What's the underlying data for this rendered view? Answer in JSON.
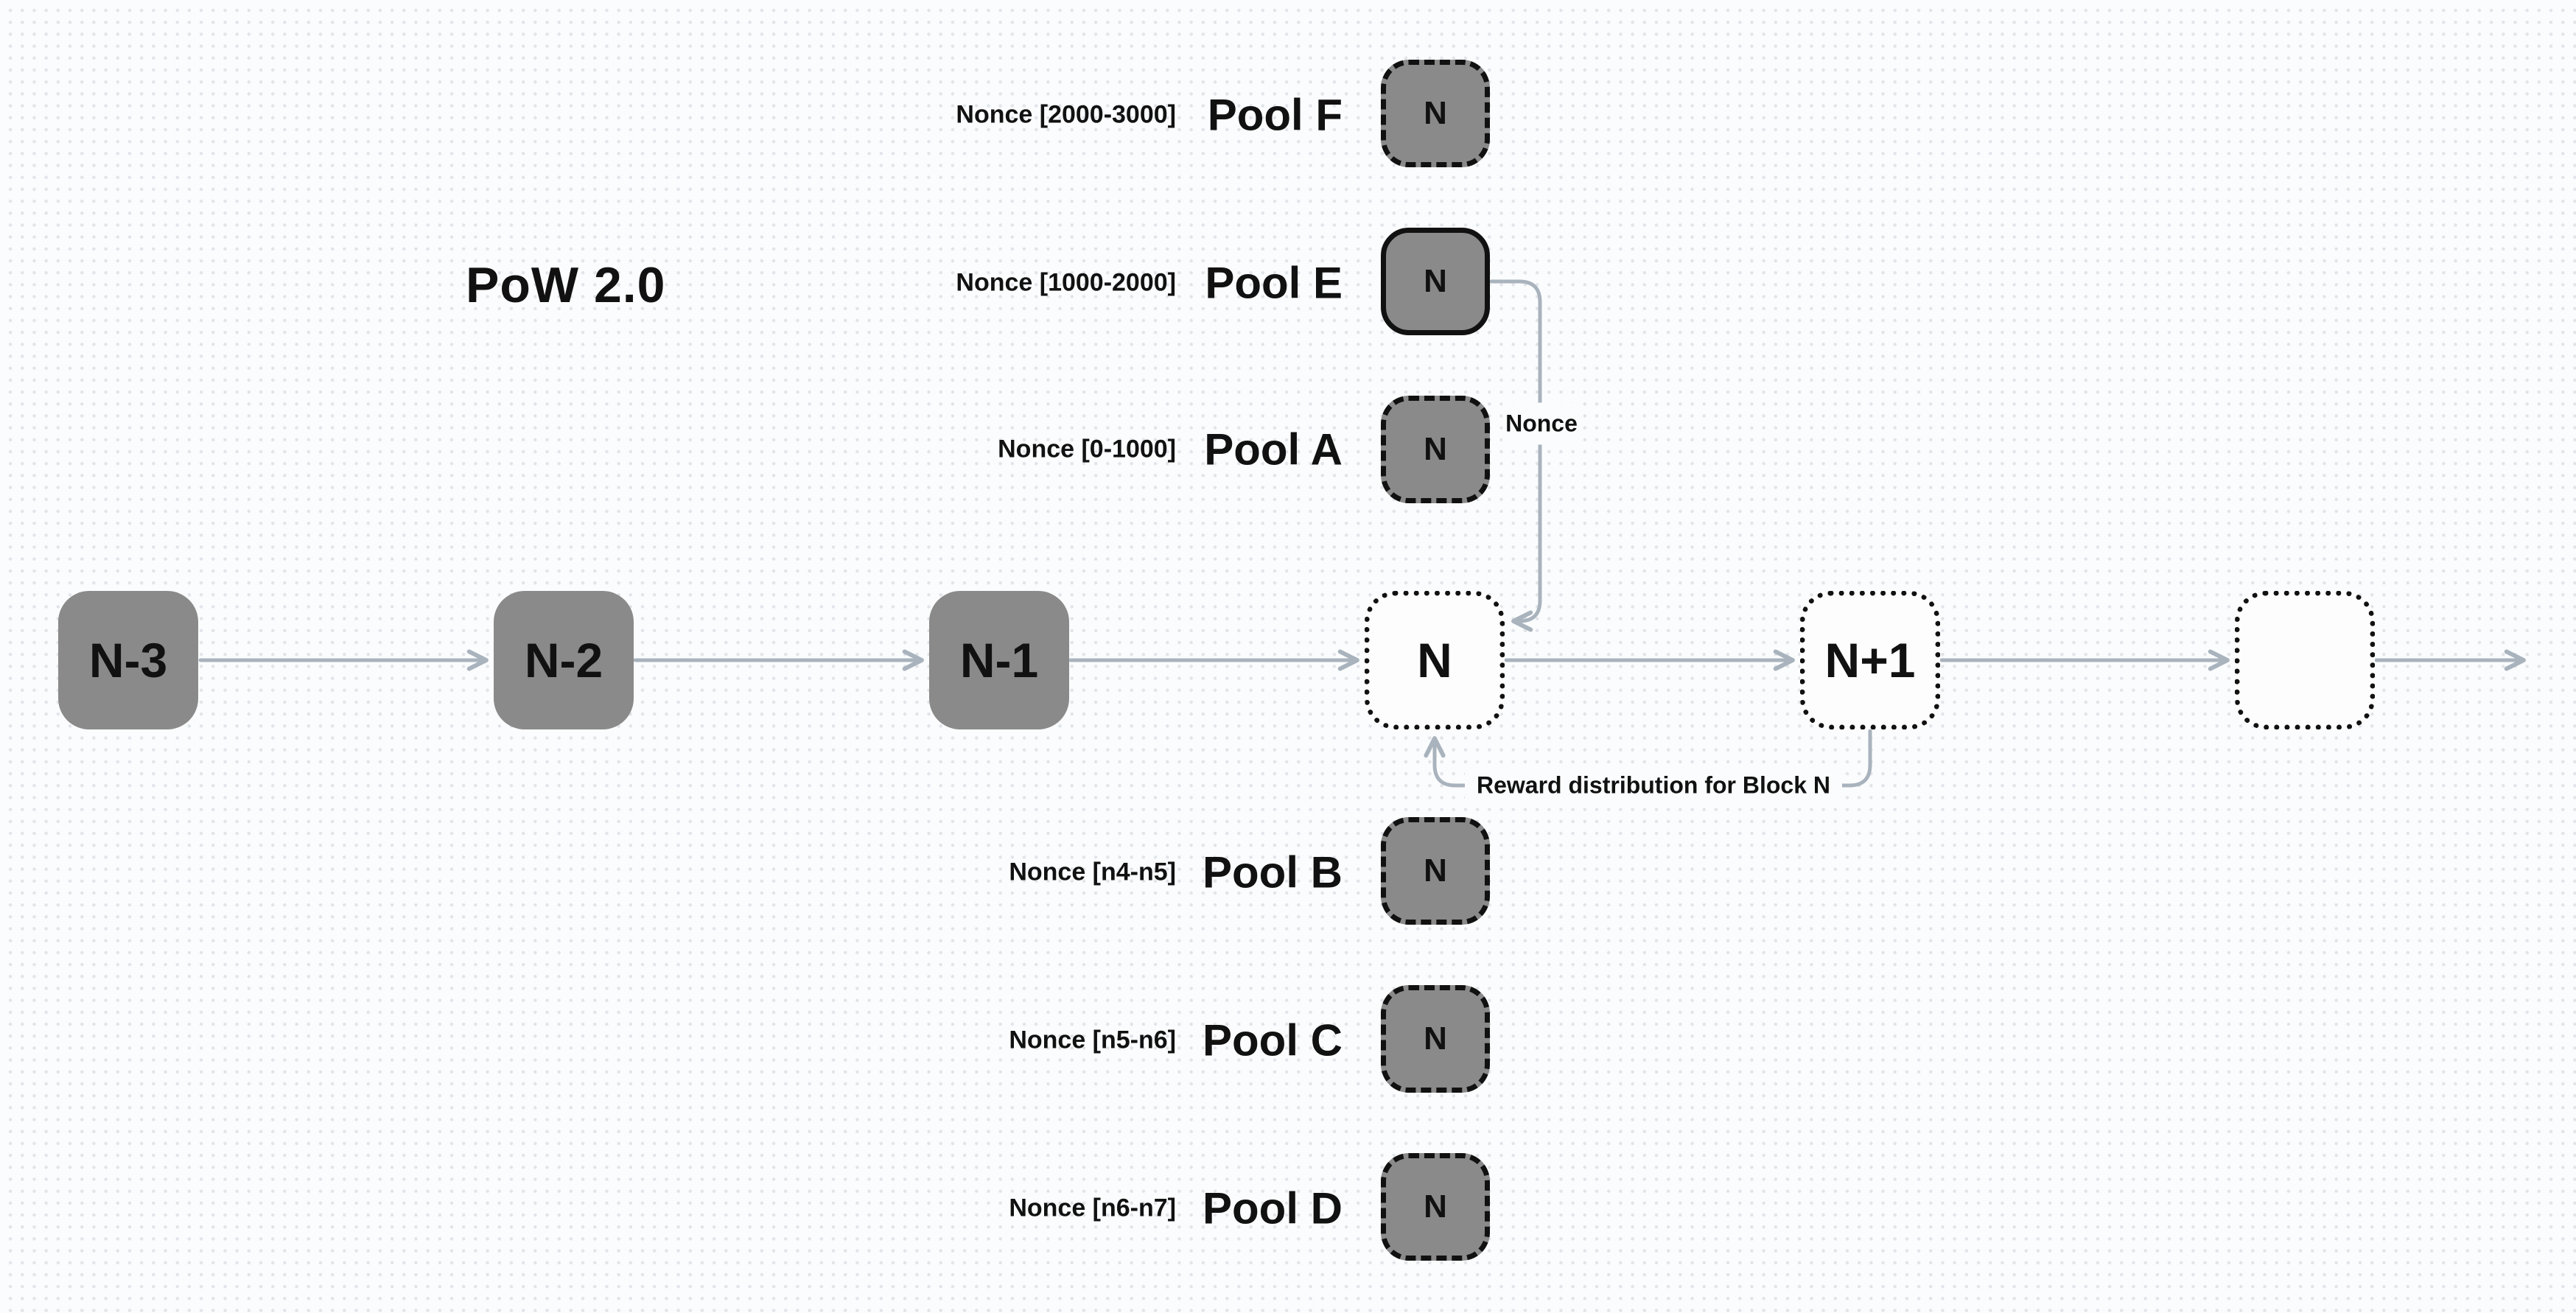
{
  "title": "PoW 2.0",
  "chain": {
    "blocks": [
      {
        "label": "N-3",
        "style": "filled-gray"
      },
      {
        "label": "N-2",
        "style": "filled-gray"
      },
      {
        "label": "N-1",
        "style": "filled-gray"
      },
      {
        "label": "N",
        "style": "dotted-outline"
      },
      {
        "label": "N+1",
        "style": "dotted-outline"
      },
      {
        "label": "",
        "style": "dotted-outline-empty"
      }
    ]
  },
  "pools": [
    {
      "nonce_range": "Nonce [2000-3000]",
      "name": "Pool F",
      "block_label": "N",
      "border": "dashed"
    },
    {
      "nonce_range": "Nonce [1000-2000]",
      "name": "Pool E",
      "block_label": "N",
      "border": "solid"
    },
    {
      "nonce_range": "Nonce [0-1000]",
      "name": "Pool A",
      "block_label": "N",
      "border": "dashed"
    },
    {
      "nonce_range": "Nonce [n4-n5]",
      "name": "Pool B",
      "block_label": "N",
      "border": "dashed"
    },
    {
      "nonce_range": "Nonce [n5-n6]",
      "name": "Pool C",
      "block_label": "N",
      "border": "dashed"
    },
    {
      "nonce_range": "Nonce [n6-n7]",
      "name": "Pool D",
      "block_label": "N",
      "border": "dashed"
    }
  ],
  "connectors": {
    "nonce_submission_label": "Nonce",
    "reward_label": "Reward distribution for Block N"
  },
  "colors": {
    "block_fill_gray": "#8a8a8a",
    "outline_black": "#111111",
    "arrow_gray": "#a9b3bd",
    "canvas_background": "#fbfcfd",
    "grid_dot": "#e1e5ea"
  }
}
